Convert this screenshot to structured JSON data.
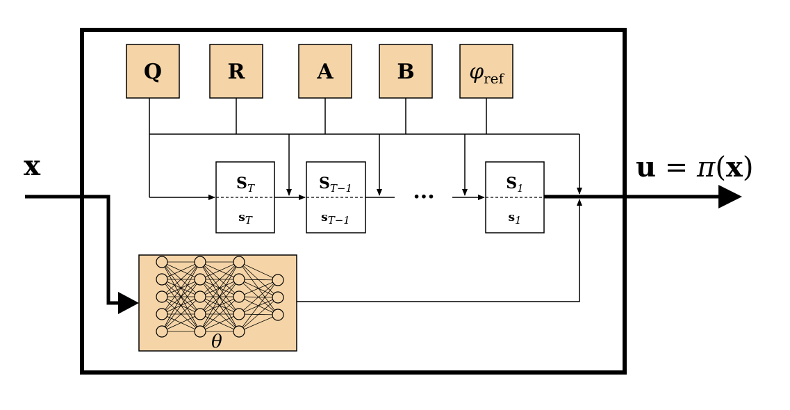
{
  "input": {
    "label": "x"
  },
  "output": {
    "lhs": "u",
    "eq": " = ",
    "func": "π",
    "open": "(",
    "arg": "x",
    "close": ")"
  },
  "parameters": [
    {
      "label": "Q"
    },
    {
      "label": "R"
    },
    {
      "label": "A"
    },
    {
      "label": "B"
    },
    {
      "label": "φ",
      "subscript": "ref"
    }
  ],
  "stages": [
    {
      "S_main": "S",
      "S_sub": "T",
      "s_main": "s",
      "s_sub": "T"
    },
    {
      "S_main": "S",
      "S_sub": "T−1",
      "s_main": "s",
      "s_sub": "T−1"
    },
    {
      "S_main": "S",
      "S_sub": "1",
      "s_main": "s",
      "s_sub": "1"
    }
  ],
  "ellipsis": "···",
  "network": {
    "label": "θ"
  },
  "colors": {
    "box_fill": "#f5d5a8",
    "stroke": "#000000",
    "background": "#ffffff"
  }
}
